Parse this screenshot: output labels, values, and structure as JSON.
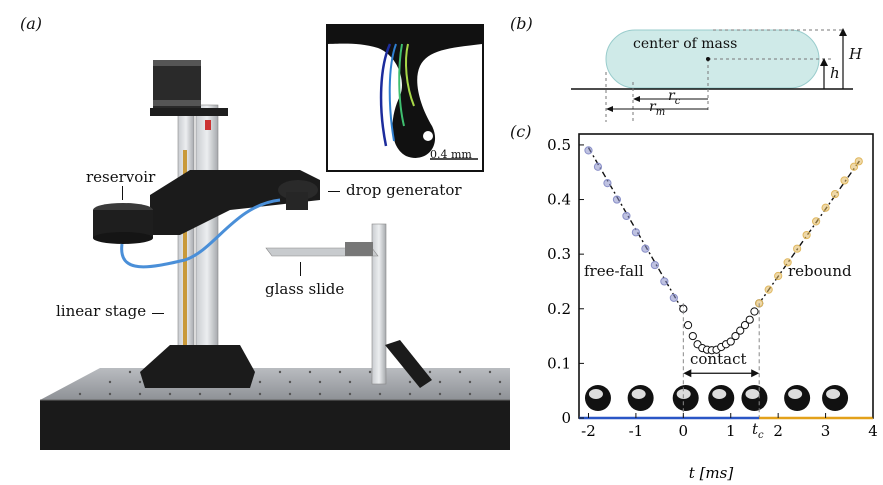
{
  "panels": {
    "a": {
      "tag": "(a)",
      "labels": {
        "reservoir": "reservoir",
        "drop_generator": "drop generator",
        "glass_slide": "glass slide",
        "linear_stage": "linear stage"
      },
      "inset_scale": "0.4 mm"
    },
    "b": {
      "tag": "(b)",
      "center_of_mass": "center of mass",
      "H": "H",
      "h": "h",
      "r_c": "r",
      "r_c_sub": "c",
      "r_m": "r",
      "r_m_sub": "m"
    },
    "c": {
      "tag": "(c)",
      "free_fall": "free-fall",
      "rebound": "rebound",
      "contact": "contact",
      "tc": "t",
      "tc_sub": "c"
    }
  },
  "chart_data": {
    "type": "scatter",
    "xlabel": "t [ms]",
    "ylabel": "",
    "xlim": [
      -2.2,
      4.0
    ],
    "ylim": [
      0,
      0.52
    ],
    "xticks": [
      -2,
      -1,
      0,
      1,
      2,
      3,
      4
    ],
    "yticks": [
      0,
      0.1,
      0.2,
      0.3,
      0.4,
      0.5
    ],
    "tc": 1.6,
    "series": [
      {
        "role": "free-fall",
        "marker_color": "#8a90c8",
        "x": [
          -2.0,
          -1.8,
          -1.6,
          -1.4,
          -1.2,
          -1.0,
          -0.8,
          -0.6,
          -0.4,
          -0.2,
          0.0
        ],
        "y": [
          0.49,
          0.46,
          0.43,
          0.4,
          0.37,
          0.34,
          0.31,
          0.28,
          0.25,
          0.22,
          0.2
        ]
      },
      {
        "role": "contact",
        "marker_color": "#222222",
        "x": [
          0.0,
          0.1,
          0.2,
          0.3,
          0.4,
          0.5,
          0.6,
          0.7,
          0.8,
          0.9,
          1.0,
          1.1,
          1.2,
          1.3,
          1.4,
          1.5,
          1.6
        ],
        "y": [
          0.2,
          0.17,
          0.15,
          0.135,
          0.128,
          0.125,
          0.124,
          0.125,
          0.13,
          0.135,
          0.14,
          0.15,
          0.16,
          0.17,
          0.18,
          0.195,
          0.21
        ]
      },
      {
        "role": "rebound",
        "marker_color": "#e0b860",
        "x": [
          1.6,
          1.8,
          2.0,
          2.2,
          2.4,
          2.6,
          2.8,
          3.0,
          3.2,
          3.4,
          3.6,
          3.7
        ],
        "y": [
          0.21,
          0.235,
          0.26,
          0.285,
          0.31,
          0.335,
          0.36,
          0.385,
          0.41,
          0.435,
          0.46,
          0.47
        ]
      }
    ],
    "fit_lines": [
      {
        "role": "free-fall",
        "x": [
          -2.0,
          0.0
        ],
        "y": [
          0.495,
          0.195
        ]
      },
      {
        "role": "rebound",
        "x": [
          1.6,
          3.75
        ],
        "y": [
          0.21,
          0.475
        ]
      }
    ],
    "axis_colors": {
      "pre": "#2a56c6",
      "post": "#e3a11a"
    },
    "snapshots_x": [
      -1.8,
      -0.9,
      0.05,
      0.8,
      1.5,
      2.4,
      3.2
    ]
  }
}
